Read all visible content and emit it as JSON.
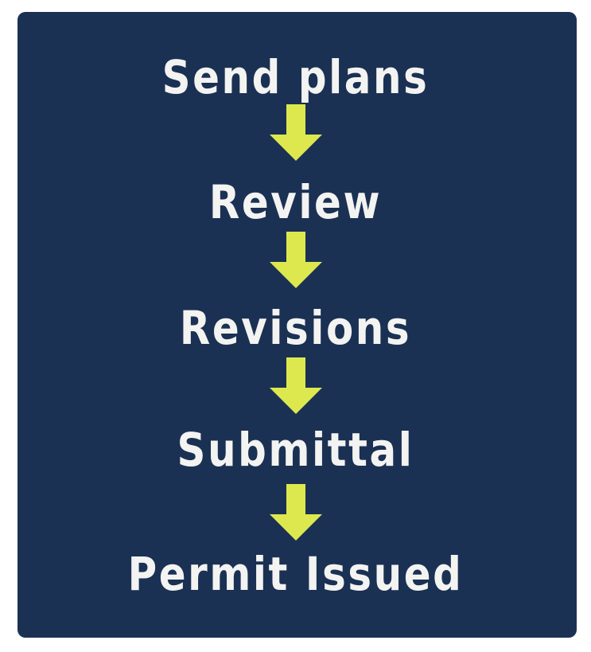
{
  "flow": {
    "steps": [
      "Send plans",
      "Review",
      "Revisions",
      "Submittal",
      "Permit Issued"
    ]
  },
  "colors": {
    "background": "#1a3154",
    "text": "#f3f3f1",
    "arrow": "#dde84e"
  }
}
